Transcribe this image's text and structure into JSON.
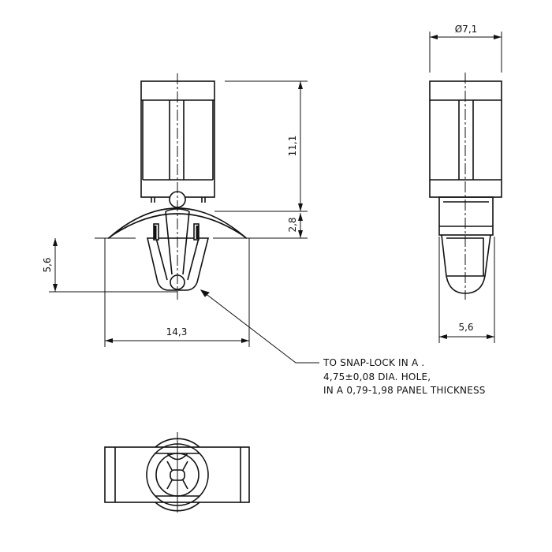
{
  "drawing": {
    "front_view": {
      "dimensions": {
        "height_body": "11,1",
        "height_wing": "2,8",
        "height_clip": "5,6",
        "width_wing": "14,3"
      }
    },
    "side_view": {
      "dimensions": {
        "diameter": "Ø7,1",
        "width_clip": "5,6"
      }
    },
    "note": {
      "lines": [
        "TO SNAP-LOCK IN A .",
        "4,75±0,08 DIA. HOLE,",
        "IN A 0,79-1,98 PANEL THICKNESS"
      ]
    },
    "colors": {
      "line": "#111111",
      "background": "#ffffff"
    }
  }
}
